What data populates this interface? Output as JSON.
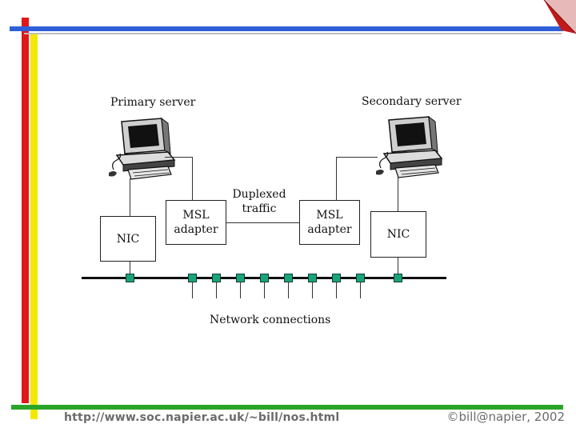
{
  "slide": {
    "labels": {
      "primary_server": "Primary server",
      "secondary_server": "Secondary server",
      "duplexed_traffic": "Duplexed traffic",
      "network_connections": "Network connections"
    },
    "boxes": {
      "nic_left": "NIC",
      "msl_left": "MSL adapter",
      "msl_right": "MSL adapter",
      "nic_right": "NIC"
    },
    "footer": {
      "url": "http://www.soc.napier.ac.uk/~bill/nos.html",
      "copyright": "©bill@napier, 2002"
    },
    "colors": {
      "frame_red": "#e01818",
      "frame_yellow": "#f5e800",
      "frame_blue": "#2f5fd8",
      "frame_green": "#2aa52a",
      "node_green": "#1aa37a"
    },
    "icons": [
      "computer-icon",
      "computer-icon",
      "corner-fold-icon"
    ]
  }
}
